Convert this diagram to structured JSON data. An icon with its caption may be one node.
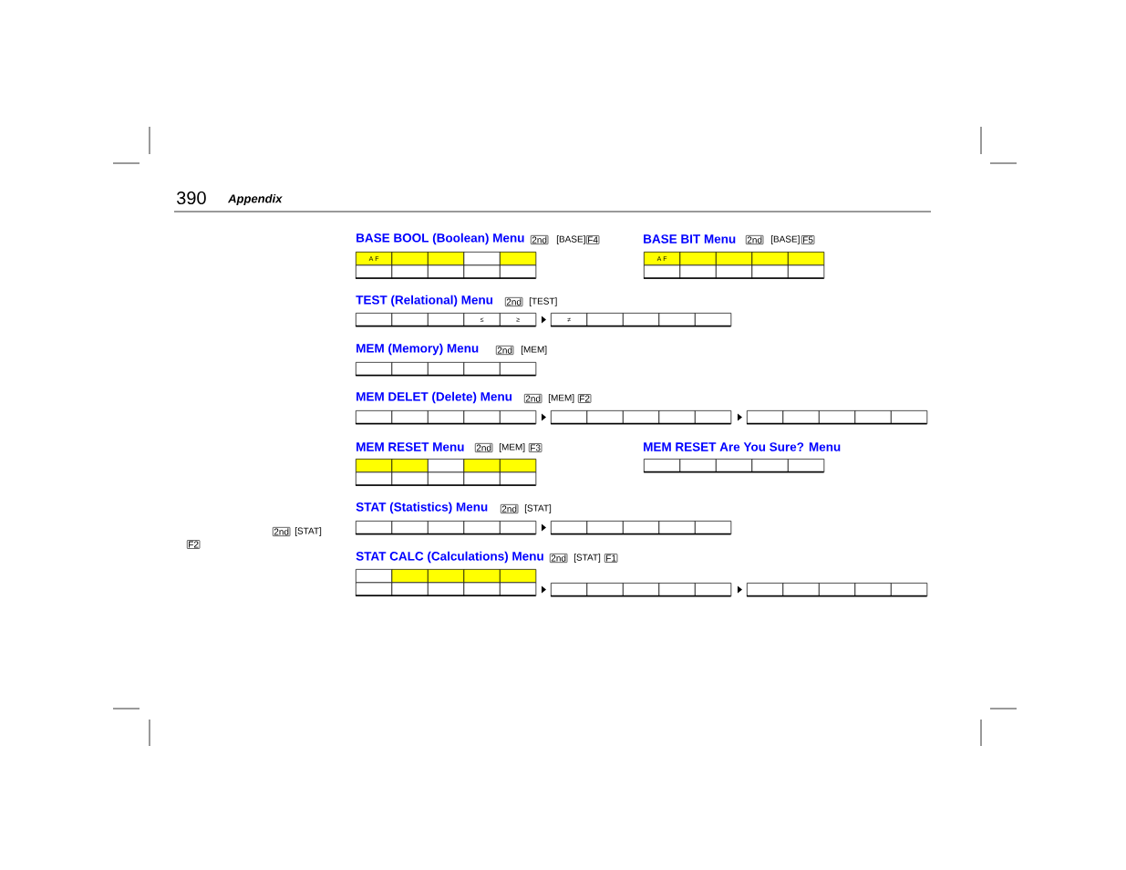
{
  "diagram": {
    "labels": [
      "390",
      "Appendix",
      "BASE BOOL (Boolean) Menu",
      "2nd",
      "[BASE]",
      "F4",
      "BASE BIT Menu",
      "2nd",
      "[BASE]",
      "F5",
      "A F",
      "A F",
      "TEST (Relational) Menu",
      "2nd",
      "[TEST]",
      "≤",
      "≥",
      "≠",
      "MEM (Memory) Menu",
      "2nd",
      "[MEM]",
      "MEM DELET (Delete) Menu",
      "2nd",
      "[MEM]",
      "F2",
      "MEM RESET Menu",
      "2nd",
      "[MEM]",
      "F3",
      "MEM RESET Are You Sure? Menu",
      "STAT (Statistics) Menu",
      "2nd",
      "[STAT]",
      "2nd",
      "[STAT]",
      "F2",
      "STAT CALC (Calculations) Menu",
      "2nd",
      "[STAT]",
      "F1"
    ]
  }
}
